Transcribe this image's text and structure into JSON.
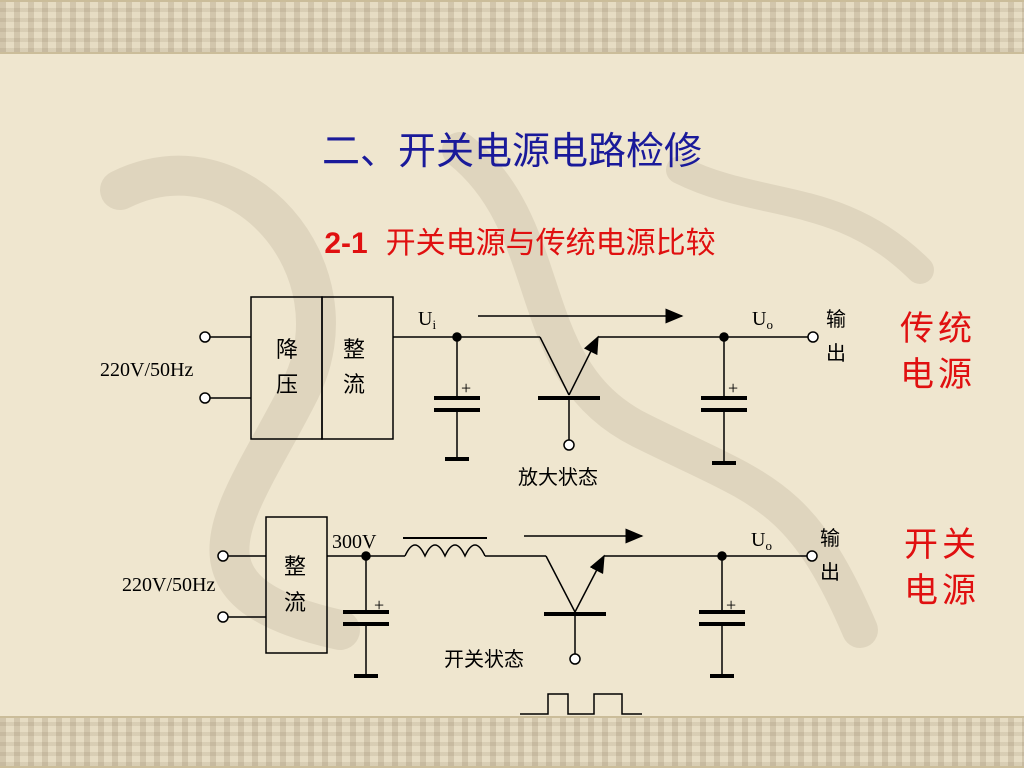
{
  "slide": {
    "title": "二、开关电源电路检修",
    "subtitle_num": "2-1",
    "subtitle_text": "开关电源与传统电源比较"
  },
  "traditional": {
    "input_label": "220V/50Hz",
    "block1_line1": "降",
    "block1_line2": "压",
    "block2_line1": "整",
    "block2_line2": "流",
    "ui_main": "U",
    "ui_sub": "i",
    "uo_main": "U",
    "uo_sub": "o",
    "output_line1": "输",
    "output_line2": "出",
    "cap_plus": "+",
    "state_label": "放大状态",
    "side_line1": "传统",
    "side_line2": "电源"
  },
  "switching": {
    "input_label": "220V/50Hz",
    "block_line1": "整",
    "block_line2": "流",
    "voltage_label": "300V",
    "uo_main": "U",
    "uo_sub": "o",
    "output_line1": "输",
    "output_line2": "出",
    "cap_plus": "+",
    "state_label": "开关状态",
    "side_line1": "开关",
    "side_line2": "电源"
  },
  "colors": {
    "title": "#1a1a9a",
    "accent_red": "#e01010",
    "background": "#efe6cf"
  }
}
